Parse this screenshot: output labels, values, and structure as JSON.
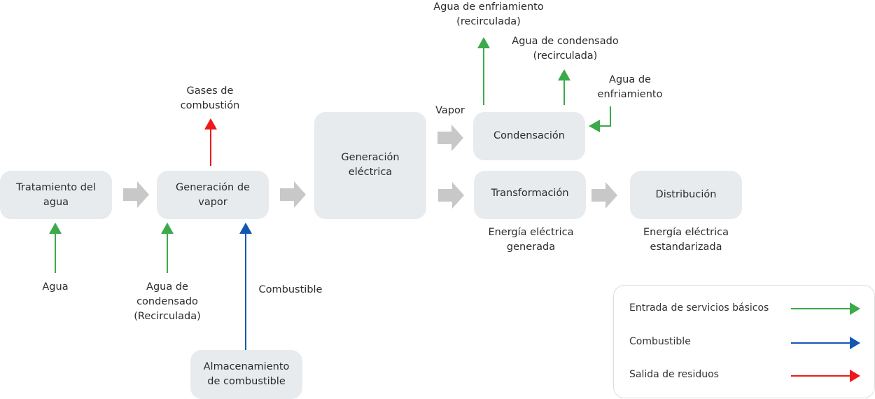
{
  "colors": {
    "box_fill": "#e7ebed",
    "flow_arrow": "#c8c8c8",
    "basic_services": "#3aaa4a",
    "fuel": "#1457b3",
    "waste": "#f01818"
  },
  "boxes": {
    "water_treatment": "Tratamiento del\nagua",
    "steam_generation": "Generación de\nvapor",
    "electric_generation": "Generación\neléctrica",
    "condensation": "Condensación",
    "transformation": "Transformación",
    "distribution": "Distribución",
    "fuel_storage": "Almacenamiento\nde combustible"
  },
  "labels": {
    "combustion_gases": "Gases de\ncombustión",
    "water": "Agua",
    "condensate_water_in": "Agua de\ncondensado\n(Recirculada)",
    "fuel": "Combustible",
    "steam": "Vapor",
    "cooling_water_out": "Agua de enfriamiento\n(recirculada)",
    "condensate_water_out": "Agua de condensado\n(recirculada)",
    "cooling_water_in": "Agua de\nenfriamiento",
    "generated_energy": "Energía eléctrica\ngenerada",
    "standardized_energy": "Energía eléctrica\nestandarizada"
  },
  "legend": [
    {
      "label": "Entrada de servicios básicos",
      "type": "basic_services"
    },
    {
      "label": "Combustible",
      "type": "fuel"
    },
    {
      "label": "Salida de residuos",
      "type": "waste"
    }
  ]
}
